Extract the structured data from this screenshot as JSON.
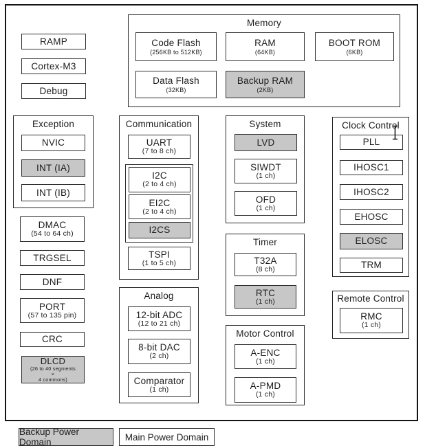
{
  "colors": {
    "backup_fill": "#c7c7c7",
    "main_fill": "#ffffff",
    "line": "#262626"
  },
  "cpu": {
    "ramp": "RAMP",
    "cortex": "Cortex-M3",
    "debug": "Debug"
  },
  "memory": {
    "title": "Memory",
    "code_flash": {
      "label": "Code Flash",
      "sub": "(256KB to 512KB)"
    },
    "ram": {
      "label": "RAM",
      "sub": "(64KB)"
    },
    "boot_rom": {
      "label": "BOOT ROM",
      "sub": "(6KB)"
    },
    "data_flash": {
      "label": "Data Flash",
      "sub": "(32KB)"
    },
    "backup_ram": {
      "label": "Backup RAM",
      "sub": "(2KB)"
    }
  },
  "exception": {
    "title": "Exception",
    "nvic": "NVIC",
    "int_ia": "INT (IA)",
    "int_ib": "INT (IB)"
  },
  "left_column": {
    "dmac": {
      "label": "DMAC",
      "sub": "(54 to 64 ch)"
    },
    "trgsel": {
      "label": "TRGSEL"
    },
    "dnf": {
      "label": "DNF"
    },
    "port": {
      "label": "PORT",
      "sub": "(57 to 135 pin)"
    },
    "crc": {
      "label": "CRC"
    },
    "dlcd": {
      "label": "DLCD",
      "sub1": "(26 to 40 segments",
      "sub2": "×",
      "sub3": "4 commons)"
    }
  },
  "communication": {
    "title": "Communication",
    "uart": {
      "label": "UART",
      "sub": "(7 to 8 ch)"
    },
    "i2c": {
      "label": "I2C",
      "sub": "(2 to 4 ch)"
    },
    "ei2c": {
      "label": "EI2C",
      "sub": "(2 to 4 ch)"
    },
    "i2cs": {
      "label": "I2CS"
    },
    "tspi": {
      "label": "TSPI",
      "sub": "(1 to 5 ch)"
    }
  },
  "analog": {
    "title": "Analog",
    "adc": {
      "label": "12-bit ADC",
      "sub": "(12 to 21 ch)"
    },
    "dac": {
      "label": "8-bit DAC",
      "sub": "(2 ch)"
    },
    "comparator": {
      "label": "Comparator",
      "sub": "(1 ch)"
    }
  },
  "system": {
    "title": "System",
    "lvd": {
      "label": "LVD"
    },
    "siwdt": {
      "label": "SIWDT",
      "sub": "(1 ch)"
    },
    "ofd": {
      "label": "OFD",
      "sub": "(1 ch)"
    }
  },
  "timer": {
    "title": "Timer",
    "t32a": {
      "label": "T32A",
      "sub": "(8 ch)"
    },
    "rtc": {
      "label": "RTC",
      "sub": "(1 ch)"
    }
  },
  "motor": {
    "title": "Motor Control",
    "a_enc": {
      "label": "A-ENC",
      "sub": "(1 ch)"
    },
    "a_pmd": {
      "label": "A-PMD",
      "sub": "(1 ch)"
    }
  },
  "clock": {
    "title": "Clock Control",
    "pll": "PLL",
    "ihosc1": "IHOSC1",
    "ihosc2": "IHOSC2",
    "ehosc": "EHOSC",
    "elosc": "ELOSC",
    "trm": "TRM"
  },
  "remote": {
    "title": "Remote Control",
    "rmc": {
      "label": "RMC",
      "sub": "(1 ch)"
    }
  },
  "legend": {
    "backup": "Backup Power Domain",
    "main": "Main Power Domain"
  }
}
